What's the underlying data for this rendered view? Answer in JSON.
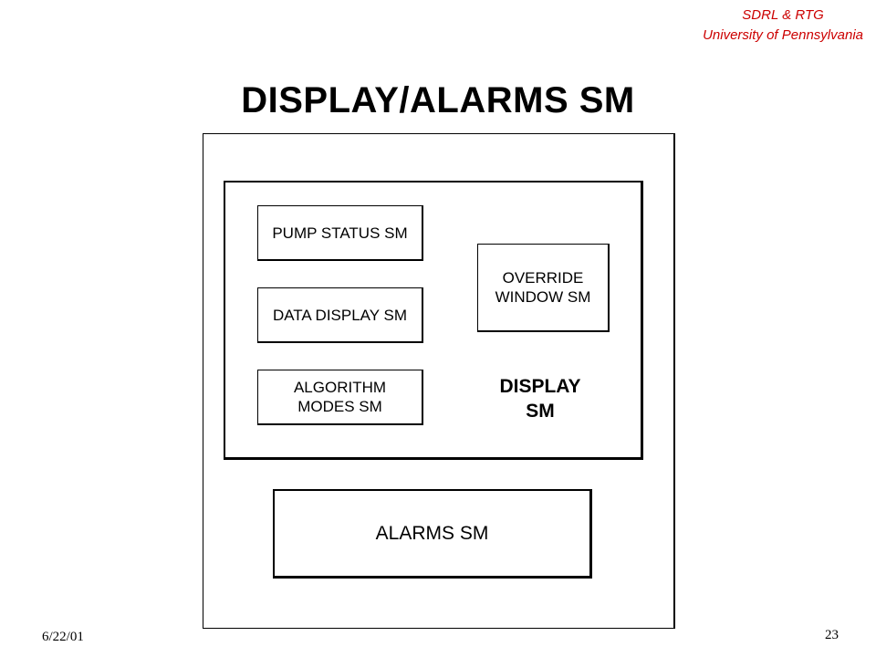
{
  "header": {
    "org_line1": "SDRL & RTG",
    "org_line2": "University of Pennsylvania"
  },
  "title": "DISPLAY/ALARMS SM",
  "diagram": {
    "display_group_label": "DISPLAY\nSM",
    "boxes": {
      "pump_status": "PUMP STATUS SM",
      "data_display": "DATA DISPLAY SM",
      "algorithm_modes": "ALGORITHM\nMODES SM",
      "override_window": "OVERRIDE\nWINDOW SM",
      "alarms": "ALARMS SM"
    }
  },
  "footer": {
    "date": "6/22/01",
    "page_number": "23"
  },
  "colors": {
    "header_text": "#cc0000",
    "lines": "#000000",
    "background": "#ffffff"
  }
}
